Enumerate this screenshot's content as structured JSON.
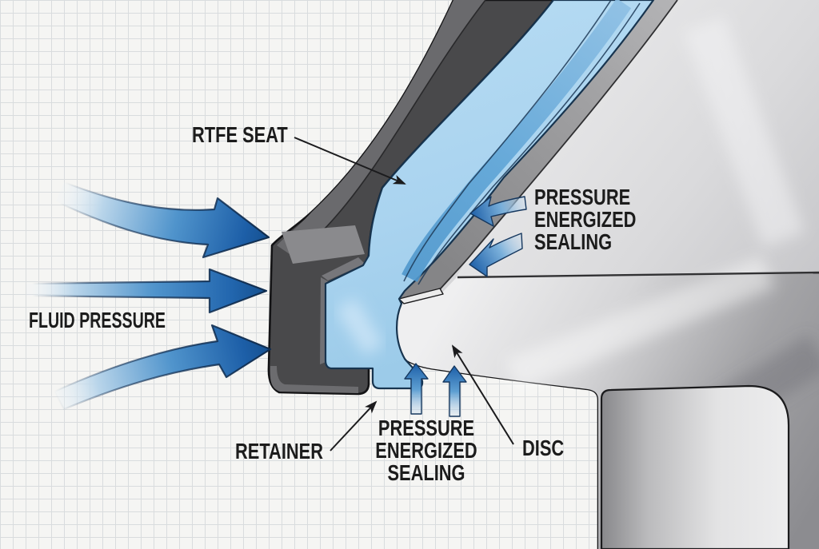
{
  "title": "Pressure energized sealing cross-section diagram",
  "labels": {
    "rtfe_seat": "RTFE SEAT",
    "fluid_pressure": "FLUID PRESSURE",
    "pressure_sealing_top": {
      "line1": "PRESSURE",
      "line2": "ENERGIZED",
      "line3": "SEALING"
    },
    "pressure_sealing_bottom": {
      "line1": "PRESSURE",
      "line2": "ENERGIZED",
      "line3": "SEALING"
    },
    "retainer": "RETAINER",
    "disc": "DISC"
  },
  "arrows": {
    "fluid_flow": "three curved blue arrows pointing right at the seat retainer",
    "sealing_top": "two blue arrows pressing down-left into the seat from the disc side",
    "sealing_bottom": "two blue arrows pressing upward into the seat under the disc",
    "leaders": "black leader lines with arrowheads from each label to its part"
  },
  "colors": {
    "paper": "#f5f5f3",
    "grid": "#d9dcde",
    "label_color": "#1c1c1c",
    "outline_dark": "#141416",
    "metal_dark": "#49494b",
    "metal_band": "#6a6a6d",
    "metal_bevel": "#8a8a8d",
    "seat_blue": "#a9d3ef",
    "seat_stripe": "#5b9fd0",
    "seat_outline": "#17344f",
    "disc_light": "#d6d6d8",
    "rim_gray": "#9c9c9e",
    "arrow_deep_blue": "#1d5fa8",
    "arrow_mid_blue": "#4e94cb",
    "arrow_pale_blue": "#cfe1f0"
  }
}
